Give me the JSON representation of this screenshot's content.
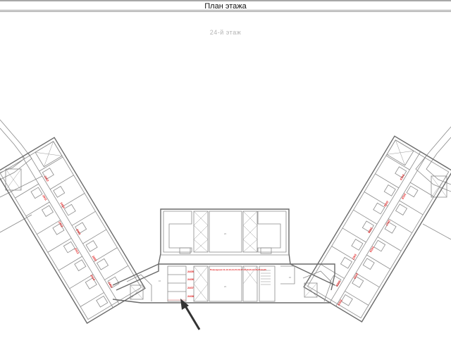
{
  "header": {
    "title": "План этажа"
  },
  "plan": {
    "floor_label": "24-й этаж",
    "left_wing_units": [
      "2412",
      "2411",
      "2404",
      "2412",
      "2403",
      "2413",
      "2402",
      "2414",
      "2401"
    ],
    "right_wing_units": [
      "2419",
      "2418",
      "2425",
      "2417",
      "2426",
      "2416",
      "2427",
      "2415",
      "2428",
      "2429"
    ],
    "center_units": [
      "2405",
      "2406",
      "2407",
      "2408"
    ],
    "premises_note": "Помещения 11,12,13,14,15,16,17,18,19,20,21,22,23,24,25"
  }
}
